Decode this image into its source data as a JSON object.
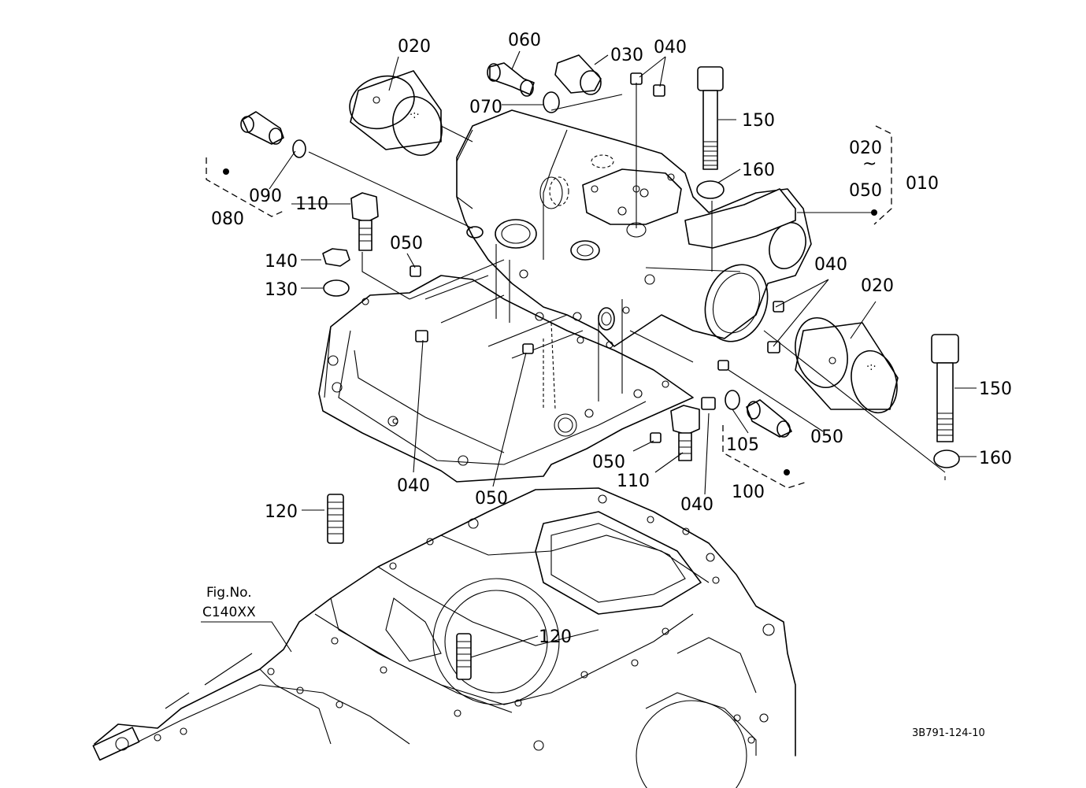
{
  "labels": {
    "p020a": "020",
    "p060": "060",
    "p030": "030",
    "p040a": "040",
    "p070": "070",
    "p150a": "150",
    "p160a": "160",
    "p020b": "020",
    "tilde": "~",
    "p050a": "050",
    "p010": "010",
    "p090": "090",
    "p080": "080",
    "p110a": "110",
    "p050b": "050",
    "p140": "140",
    "p130": "130",
    "p040b": "040",
    "p020c": "020",
    "p150b": "150",
    "p160b": "160",
    "p050c": "050",
    "p105": "105",
    "p100": "100",
    "p040c": "040",
    "p110b": "110",
    "p050d": "050",
    "p040d": "040",
    "p050e": "050",
    "p120a": "120",
    "p120b": "120"
  },
  "fig_ref": {
    "line1": "Fig.No.",
    "line2": "C140XX"
  },
  "drawing_code": "3B791-124-10"
}
